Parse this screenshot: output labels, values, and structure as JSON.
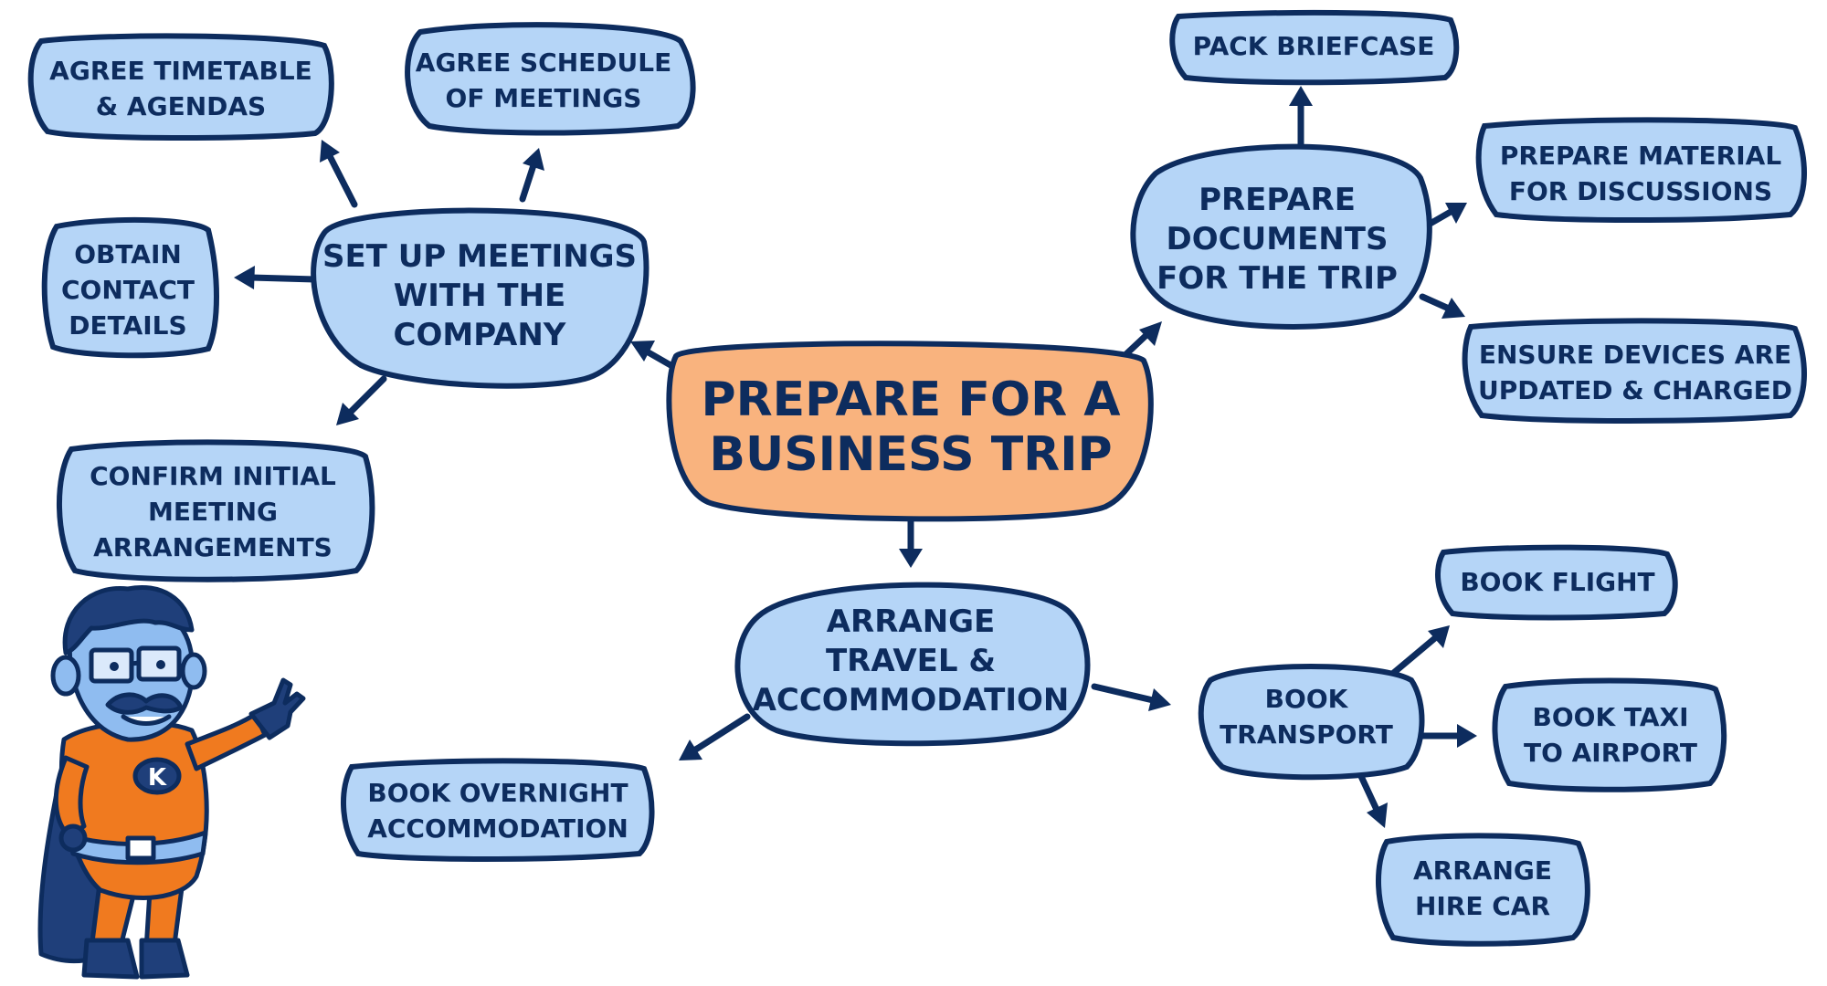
{
  "colors": {
    "outline": "#0d2c5e",
    "bubble_fill": "#b5d5f7",
    "central_fill": "#f9b37e",
    "hero_suit": "#f07a1f",
    "hero_skin": "#8fbcf0"
  },
  "mind_map": {
    "central": {
      "line1": "PREPARE FOR A",
      "line2": "BUSINESS TRIP"
    },
    "meetings": {
      "line1": "SET UP MEETINGS",
      "line2": "WITH THE",
      "line3": "COMPANY"
    },
    "agree_timetable": {
      "line1": "AGREE TIMETABLE",
      "line2": "& AGENDAS"
    },
    "agree_schedule": {
      "line1": "AGREE SCHEDULE",
      "line2": "OF MEETINGS"
    },
    "obtain_contact": {
      "line1": "OBTAIN",
      "line2": "CONTACT",
      "line3": "DETAILS"
    },
    "confirm_initial": {
      "line1": "CONFIRM INITIAL",
      "line2": "MEETING",
      "line3": "ARRANGEMENTS"
    },
    "documents": {
      "line1": "PREPARE",
      "line2": "DOCUMENTS",
      "line3": "FOR THE TRIP"
    },
    "pack_briefcase": {
      "line1": "PACK BRIEFCASE"
    },
    "prepare_material": {
      "line1": "PREPARE MATERIAL",
      "line2": "FOR DISCUSSIONS"
    },
    "ensure_devices": {
      "line1": "ENSURE DEVICES ARE",
      "line2": "UPDATED & CHARGED"
    },
    "travel": {
      "line1": "ARRANGE",
      "line2": "TRAVEL &",
      "line3": "ACCOMMODATION"
    },
    "book_overnight": {
      "line1": "BOOK OVERNIGHT",
      "line2": "ACCOMMODATION"
    },
    "book_transport": {
      "line1": "BOOK",
      "line2": "TRANSPORT"
    },
    "book_flight": {
      "line1": "BOOK FLIGHT"
    },
    "book_taxi": {
      "line1": "BOOK TAXI",
      "line2": "TO AIRPORT"
    },
    "hire_car": {
      "line1": "ARRANGE",
      "line2": "HIRE CAR"
    }
  },
  "mascot": {
    "emblem": "K"
  }
}
